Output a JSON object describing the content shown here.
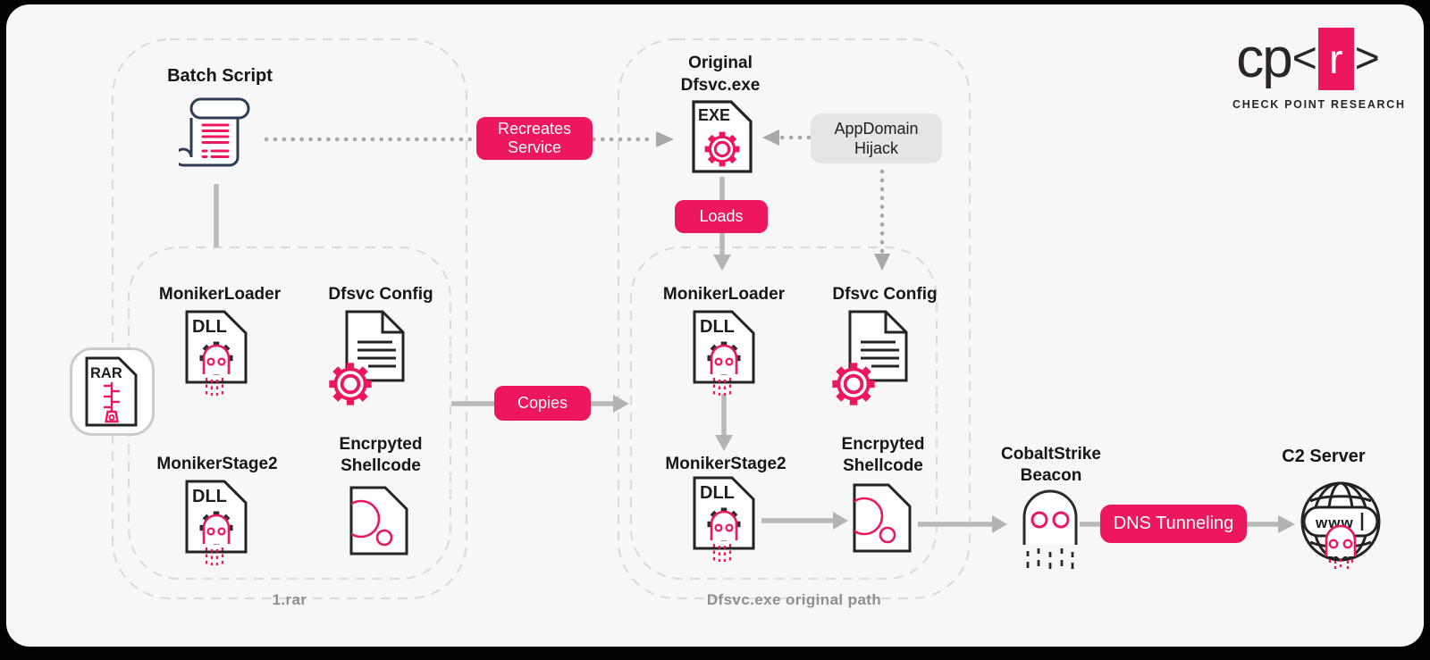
{
  "logo": {
    "word": "cp",
    "open_bracket": "<",
    "r_letter": "r",
    "close_bracket": ">",
    "subtitle": "CHECK POINT RESEARCH"
  },
  "rar_group": {
    "caption": "1.rar",
    "batch_script_label": "Batch Script",
    "rar_badge": "RAR",
    "moniker_loader": "MonikerLoader",
    "dfsvc_config": "Dfsvc Config",
    "moniker_stage2": "MonikerStage2",
    "encrypted_shellcode": "Encrpyted\nShellcode",
    "dll_badge_1": "DLL",
    "dll_badge_2": "DLL"
  },
  "dfsvc_group": {
    "caption": "Dfsvc.exe original path",
    "original_exe": "Original\nDfsvc.exe",
    "exe_badge": "EXE",
    "appdomain_hijack": "AppDomain\nHijack",
    "moniker_loader": "MonikerLoader",
    "dfsvc_config": "Dfsvc Config",
    "moniker_stage2": "MonikerStage2",
    "encrypted_shellcode": "Encrpyted\nShellcode",
    "dll_badge_1": "DLL",
    "dll_badge_2": "DLL"
  },
  "c2_chain": {
    "beacon_label": "CobaltStrike\nBeacon",
    "c2_label": "C2 Server",
    "www_text": "www"
  },
  "connectors": {
    "recreates_service": "Recreates\nService",
    "loads": "Loads",
    "copies": "Copies",
    "dns_tunneling": "DNS Tunneling"
  },
  "colors": {
    "accent": "#EC175C",
    "arrow": "#B3B3B3",
    "canvas": "#F7F7F8"
  }
}
